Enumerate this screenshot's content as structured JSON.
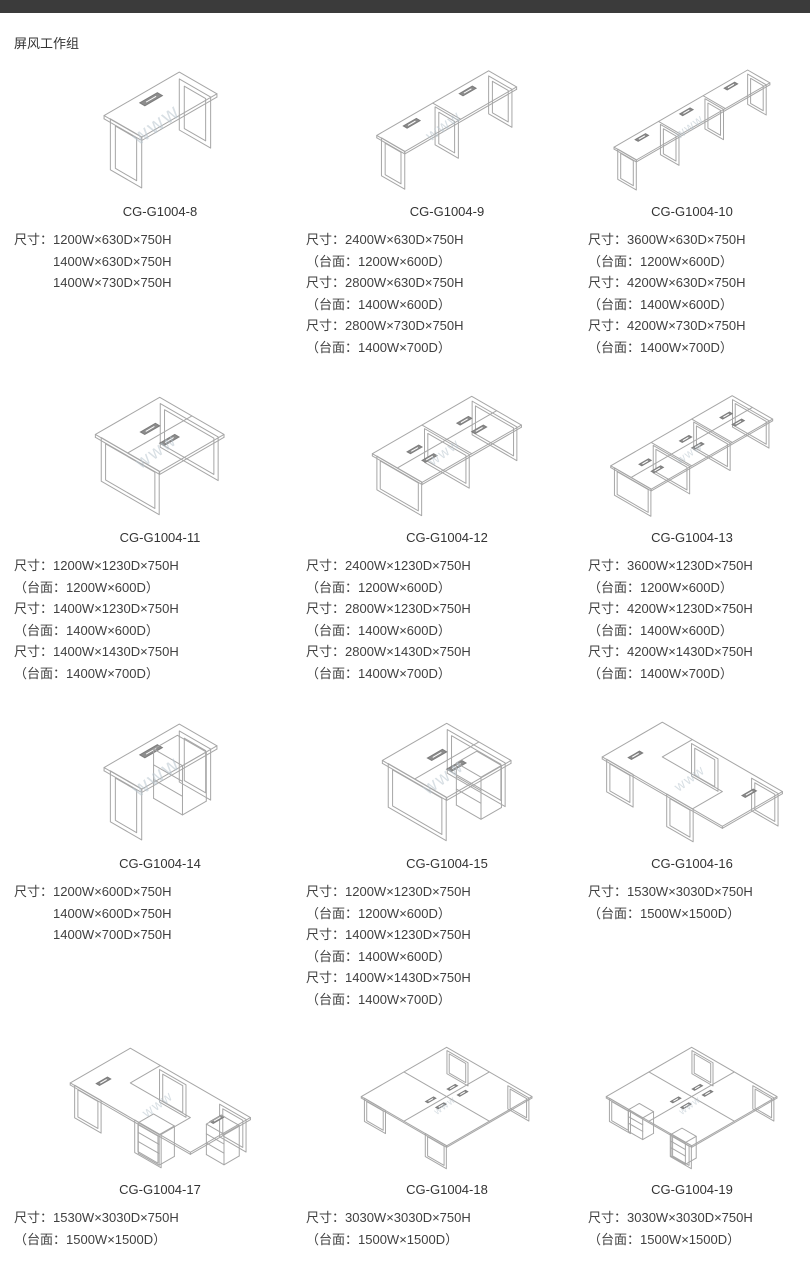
{
  "page": {
    "title": "屏风工作组",
    "watermark": "www"
  },
  "products": [
    {
      "code": "CG-G1004-8",
      "figure": "row1",
      "specs": [
        "尺寸：1200W×630D×750H",
        "1400W×630D×750H",
        "1400W×730D×750H"
      ]
    },
    {
      "code": "CG-G1004-9",
      "figure": "row2",
      "specs": [
        "尺寸：2400W×630D×750H",
        "（台面：1200W×600D）",
        "尺寸：2800W×630D×750H",
        "（台面：1400W×600D）",
        "尺寸：2800W×730D×750H",
        "（台面：1400W×700D）"
      ]
    },
    {
      "code": "CG-G1004-10",
      "figure": "row3",
      "specs": [
        "尺寸：3600W×630D×750H",
        "（台面：1200W×600D）",
        "尺寸：4200W×630D×750H",
        "（台面：1400W×600D）",
        "尺寸：4200W×730D×750H",
        "（台面：1400W×700D）"
      ]
    },
    {
      "code": "CG-G1004-11",
      "figure": "bench1",
      "specs": [
        "尺寸：1200W×1230D×750H",
        "（台面：1200W×600D）",
        "尺寸：1400W×1230D×750H",
        "（台面：1400W×600D）",
        "尺寸：1400W×1430D×750H",
        "（台面：1400W×700D）"
      ]
    },
    {
      "code": "CG-G1004-12",
      "figure": "bench2",
      "specs": [
        "尺寸：2400W×1230D×750H",
        "（台面：1200W×600D）",
        "尺寸：2800W×1230D×750H",
        "（台面：1400W×600D）",
        "尺寸：2800W×1430D×750H",
        "（台面：1400W×700D）"
      ]
    },
    {
      "code": "CG-G1004-13",
      "figure": "bench3",
      "specs": [
        "尺寸：3600W×1230D×750H",
        "（台面：1200W×600D）",
        "尺寸：4200W×1230D×750H",
        "（台面：1400W×600D）",
        "尺寸：4200W×1430D×750H",
        "（台面：1400W×700D）"
      ]
    },
    {
      "code": "CG-G1004-14",
      "figure": "desk-pedestal",
      "specs": [
        "尺寸：1200W×600D×750H",
        "1400W×600D×750H",
        "1400W×700D×750H"
      ]
    },
    {
      "code": "CG-G1004-15",
      "figure": "bench1-pedestal",
      "specs": [
        "尺寸：1200W×1230D×750H",
        "（台面：1200W×600D）",
        "尺寸：1400W×1230D×750H",
        "（台面：1400W×600D）",
        "尺寸：1400W×1430D×750H",
        "（台面：1400W×700D）"
      ]
    },
    {
      "code": "CG-G1004-16",
      "figure": "l-pair",
      "specs": [
        "尺寸：1530W×3030D×750H",
        "（台面：1500W×1500D）"
      ]
    },
    {
      "code": "CG-G1004-17",
      "figure": "l-pair-pedestal",
      "specs": [
        "尺寸：1530W×3030D×750H",
        "（台面：1500W×1500D）"
      ]
    },
    {
      "code": "CG-G1004-18",
      "figure": "cross",
      "specs": [
        "尺寸：3030W×3030D×750H",
        "（台面：1500W×1500D）"
      ]
    },
    {
      "code": "CG-G1004-19",
      "figure": "cross-pedestal",
      "specs": [
        "尺寸：3030W×3030D×750H",
        "（台面：1500W×1500D）"
      ]
    }
  ]
}
